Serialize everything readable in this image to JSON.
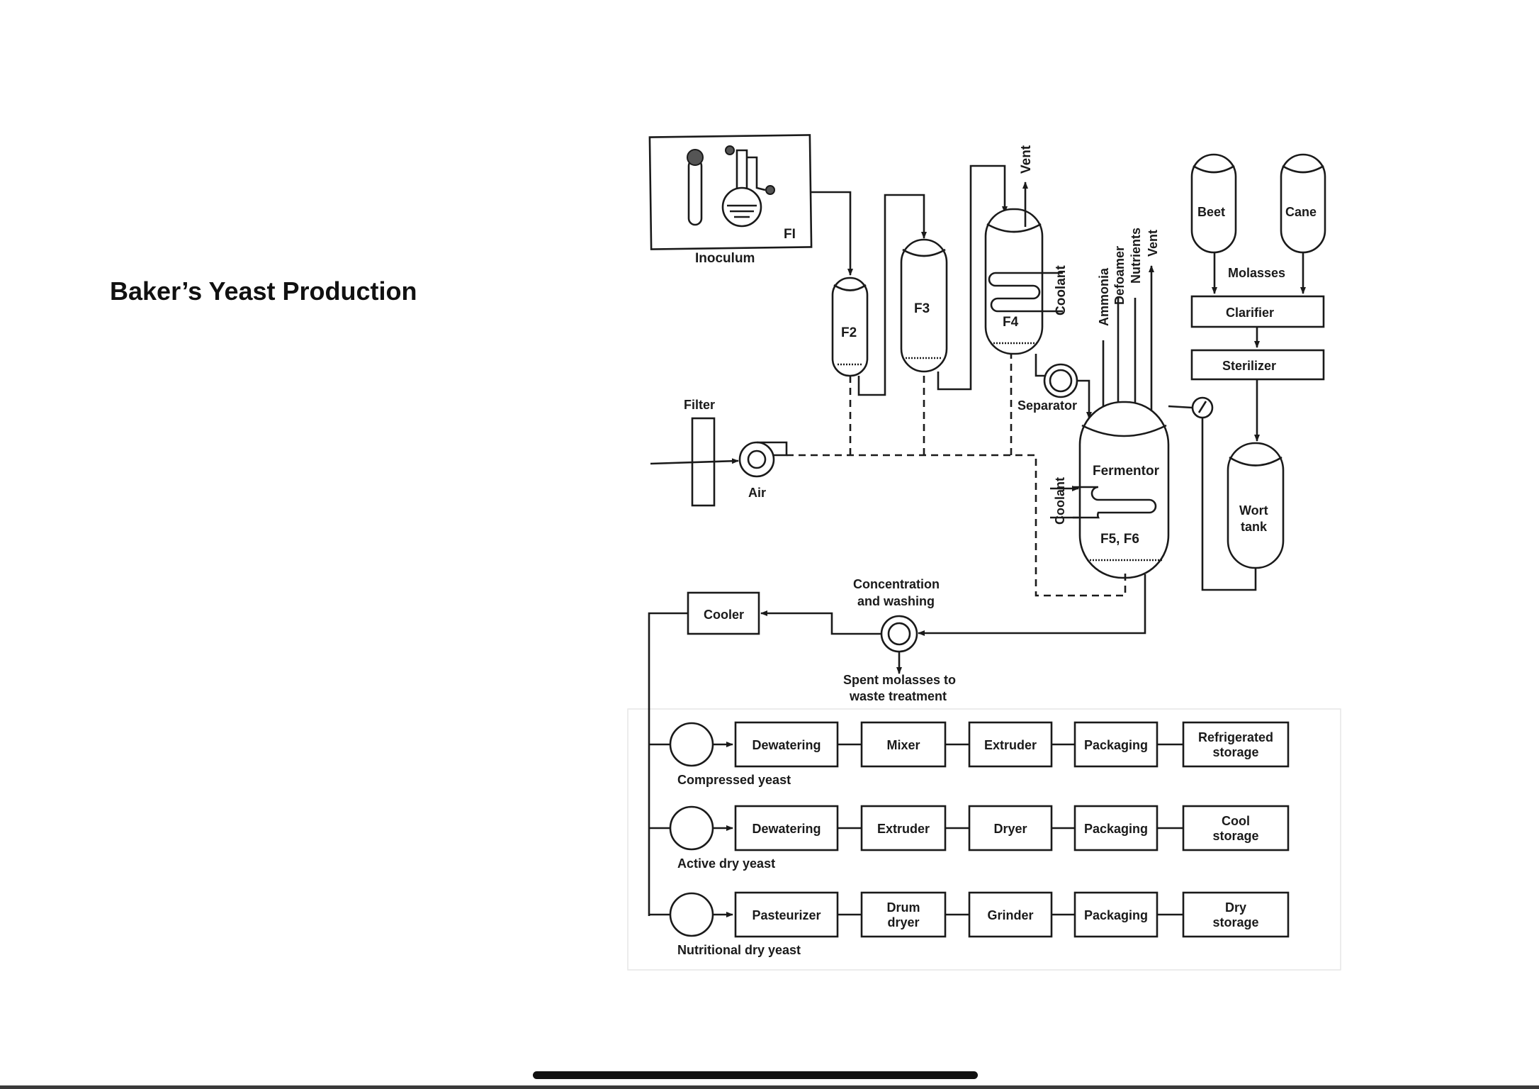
{
  "slide": {
    "title": "Baker’s Yeast Production"
  },
  "diagram": {
    "f1": "FI",
    "inoculum": "Inoculum",
    "f2": "F2",
    "f3": "F3",
    "f4": "F4",
    "vent_f4": "Vent",
    "coolant_f4": "Coolant",
    "ammonia": "Ammonia",
    "defoamer": "Defoamer",
    "nutrients": "Nutrients",
    "vent_fermentor": "Vent",
    "separator": "Separator",
    "filter": "Filter",
    "air": "Air",
    "fermentor": "Fermentor",
    "f5f6": "F5, F6",
    "coolant_fermentor": "Coolant",
    "beet": "Beet",
    "cane": "Cane",
    "molasses": "Molasses",
    "clarifier": "Clarifier",
    "sterilizer": "Sterilizer",
    "wort_line1": "Wort",
    "wort_line2": "tank",
    "concentration_line1": "Concentration",
    "concentration_line2": "and washing",
    "cooler": "Cooler",
    "spent_line1": "Spent molasses to",
    "spent_line2": "waste treatment"
  },
  "rows": [
    {
      "label": "Compressed yeast",
      "steps": [
        [
          "Dewatering"
        ],
        [
          "Mixer"
        ],
        [
          "Extruder"
        ],
        [
          "Packaging"
        ],
        [
          "Refrigerated",
          "storage"
        ]
      ]
    },
    {
      "label": "Active dry yeast",
      "steps": [
        [
          "Dewatering"
        ],
        [
          "Extruder"
        ],
        [
          "Dryer"
        ],
        [
          "Packaging"
        ],
        [
          "Cool",
          "storage"
        ]
      ]
    },
    {
      "label": "Nutritional dry yeast",
      "steps": [
        [
          "Pasteurizer"
        ],
        [
          "Drum",
          "dryer"
        ],
        [
          "Grinder"
        ],
        [
          "Packaging"
        ],
        [
          "Dry",
          "storage"
        ]
      ]
    }
  ]
}
